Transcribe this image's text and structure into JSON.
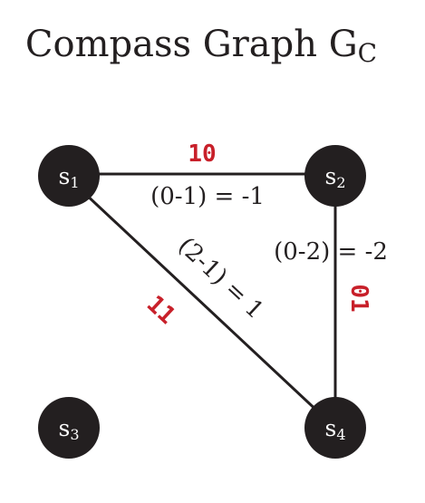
{
  "title": {
    "main": "Compass Graph G",
    "subscript": "C"
  },
  "colors": {
    "node_fill": "#231f20",
    "node_text": "#ffffff",
    "edge": "#231f20",
    "label": "#231f20",
    "bits": "#c8202a"
  },
  "nodes": {
    "s1": {
      "letter": "s",
      "index": "1"
    },
    "s2": {
      "letter": "s",
      "index": "2"
    },
    "s3": {
      "letter": "s",
      "index": "3"
    },
    "s4": {
      "letter": "s",
      "index": "4"
    }
  },
  "edges": {
    "s1_s2": {
      "expr": "(0-1) = -1",
      "bits": "10"
    },
    "s2_s4": {
      "expr": "(0-2) = -2",
      "bits": "01"
    },
    "s1_s4": {
      "expr": "(2-1) = 1",
      "bits": "11"
    }
  }
}
